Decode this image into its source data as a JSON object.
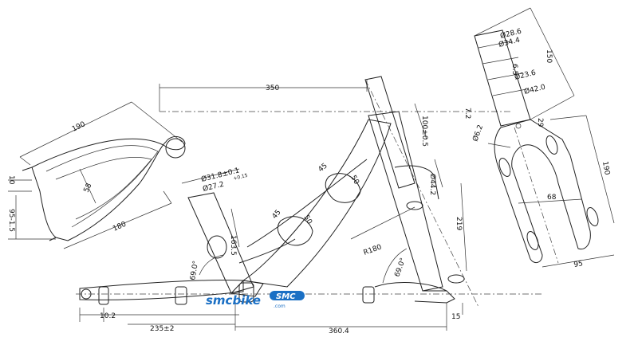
{
  "logo": {
    "text": "smcbike",
    "badge": "SMC",
    "sub": ".com"
  },
  "fork_left": {
    "length": "190",
    "width_a": "58",
    "width_b": "180",
    "offset": "10",
    "axle": "95-1.5"
  },
  "seat_tube": {
    "top_dia": "Ø31.8±0.1",
    "inner_dia": "Ø27.2",
    "tol": "+0.15",
    "length": "163.5",
    "angle": "69.0°"
  },
  "top_tube": {
    "length": "350"
  },
  "down_tube": {
    "a": "45",
    "b": "50",
    "c": "45",
    "d": "50"
  },
  "head_tube": {
    "length": "100±0.5",
    "dia": "Ø44.2",
    "height": "219",
    "angle": "69.0°",
    "radius": "R180"
  },
  "bottom": {
    "a": "10.2",
    "b": "235±2",
    "c": "360.4",
    "d": "15"
  },
  "fork_right_top": {
    "length": "150",
    "d1": "Ø28.6",
    "d2": "Ø34.4",
    "d3": "Ø23.6",
    "d4": "Ø42.0",
    "d5": "6.5",
    "d6": "7.2"
  },
  "fork_right": {
    "crown": "29",
    "dia": "Ø6.2",
    "length": "190",
    "inner": "68",
    "axle": "95"
  }
}
